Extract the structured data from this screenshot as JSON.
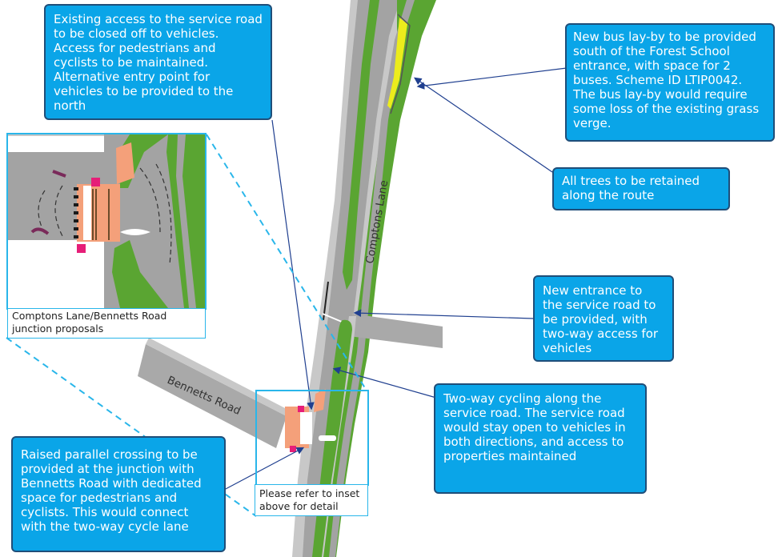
{
  "callouts": {
    "access_closed": "Existing access to the service road to be closed off to vehicles. Access for pedestrians and cyclists to be maintained. Alternative entry point for vehicles to be provided to the north",
    "bus_layby": "New bus lay-by to be provided south of the Forest School entrance, with space for 2 buses. Scheme ID LTIP0042. The bus lay-by would require some loss of the existing grass verge.",
    "trees": "All trees to be retained along the route",
    "new_entrance": "New entrance to the service road to be provided, with two-way access for vehicles",
    "cycling": "Two-way cycling along the service road. The service road would stay open to vehicles in both directions, and access to properties maintained",
    "crossing": "Raised parallel crossing to be provided at the junction with Bennetts Road with dedicated space for pedestrians and cyclists. This would connect with the two-way cycle lane"
  },
  "captions": {
    "inset": "Comptons Lane/Bennetts Road junction proposals",
    "refer": "Please refer to inset above for detail"
  },
  "roads": {
    "comptons": "Comptons Lane",
    "bennetts": "Bennetts Road"
  },
  "colors": {
    "callout_fill": "#0aa5e8",
    "callout_border": "#1f4e79",
    "verge": "#5aa532",
    "road": "#a9a9a9",
    "footway": "#c8c8c8",
    "crossing_surface": "#f4a07a",
    "bus_layby": "#ecec1c",
    "inset_border": "#29b6ea",
    "leader": "#1f3f8f"
  }
}
